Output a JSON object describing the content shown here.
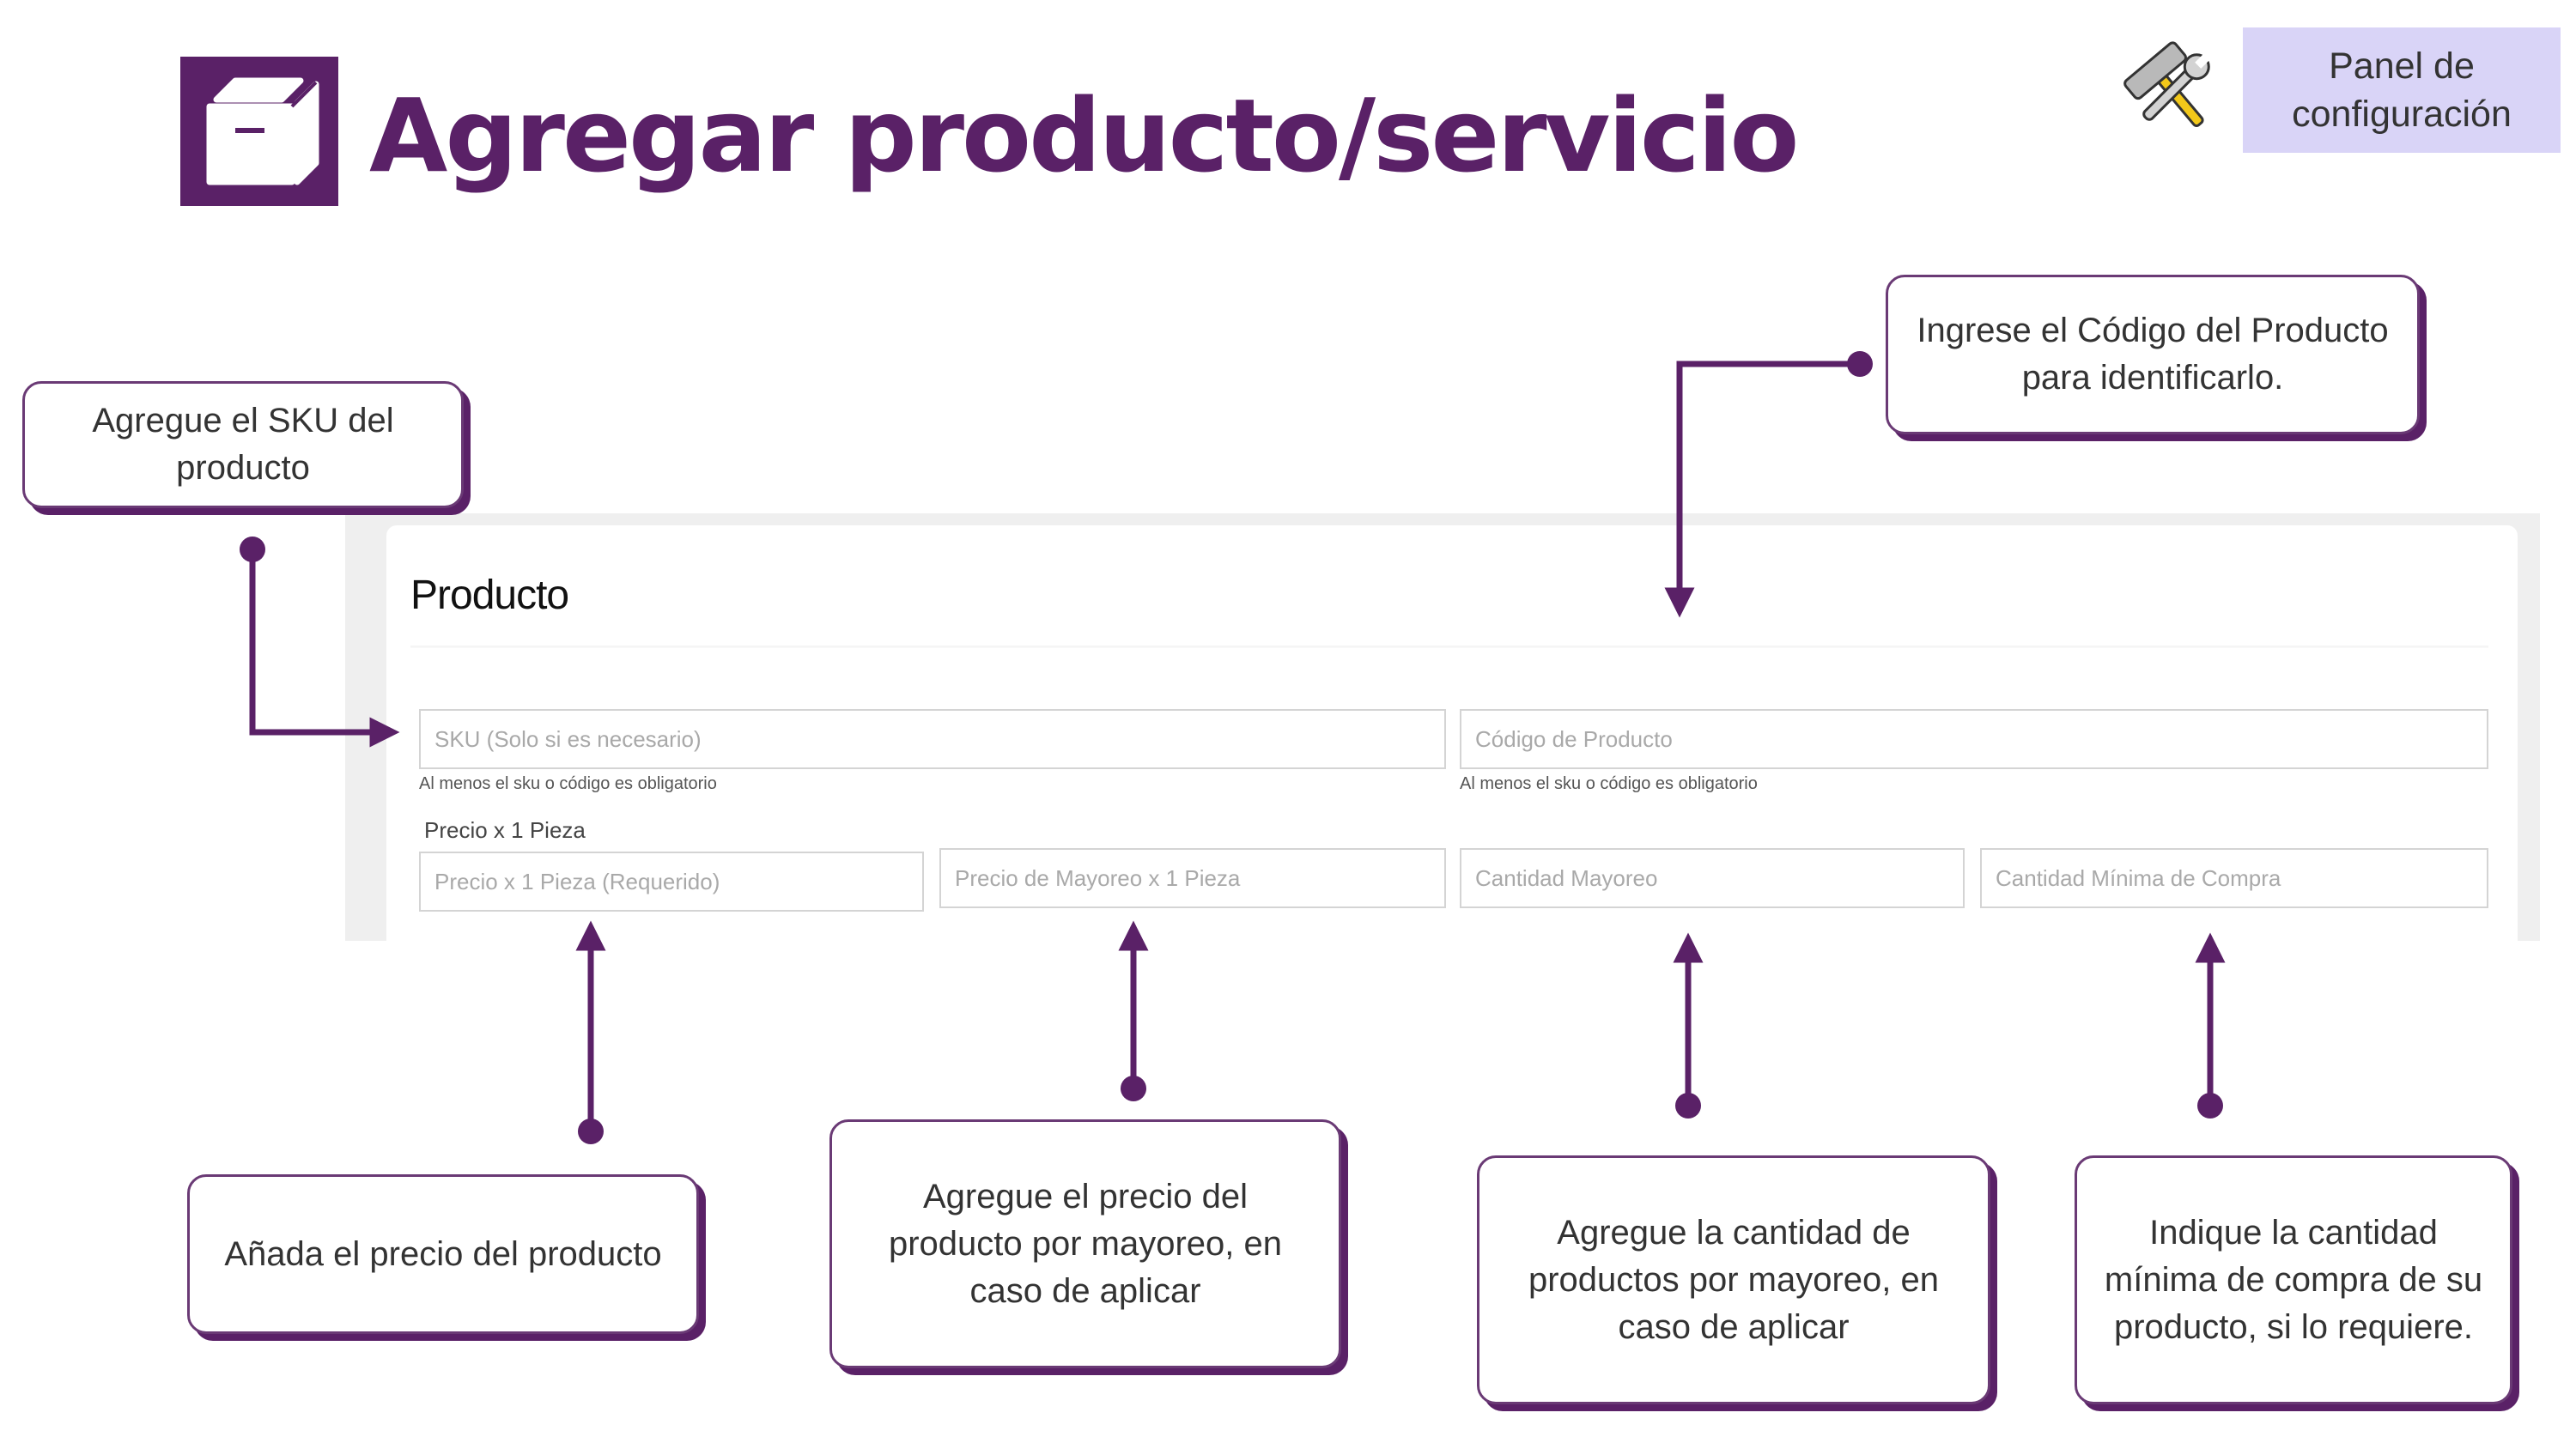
{
  "header": {
    "title": "Agregar producto/servicio",
    "title_icon": "box-icon",
    "tools_icon": "tools-icon",
    "panel_button_label": "Panel de configuración"
  },
  "form": {
    "heading": "Producto",
    "sku_placeholder": "SKU (Solo si es necesario)",
    "sku_hint": "Al menos el sku o código es obligatorio",
    "code_placeholder": "Código de Producto",
    "code_hint": "Al menos el sku o código es obligatorio",
    "price_label": "Precio x 1 Pieza",
    "price_placeholder": "Precio x 1 Pieza (Requerido)",
    "wholesale_price_placeholder": "Precio de Mayoreo x 1 Pieza",
    "wholesale_qty_placeholder": "Cantidad Mayoreo",
    "min_qty_placeholder": "Cantidad Mínima de Compra"
  },
  "callouts": {
    "sku": "Agregue el SKU del producto",
    "code": "Ingrese el Código del Producto para identificarlo.",
    "price": "Añada el precio del producto",
    "wholesale_price": "Agregue el precio del producto por mayoreo, en caso de aplicar",
    "wholesale_qty": "Agregue la cantidad de productos por mayoreo, en caso de aplicar",
    "min_qty": "Indique la cantidad mínima de compra de su producto, si lo requiere."
  },
  "colors": {
    "brand_purple": "#5a2167",
    "panel_button_bg": "#d9d4f7"
  }
}
